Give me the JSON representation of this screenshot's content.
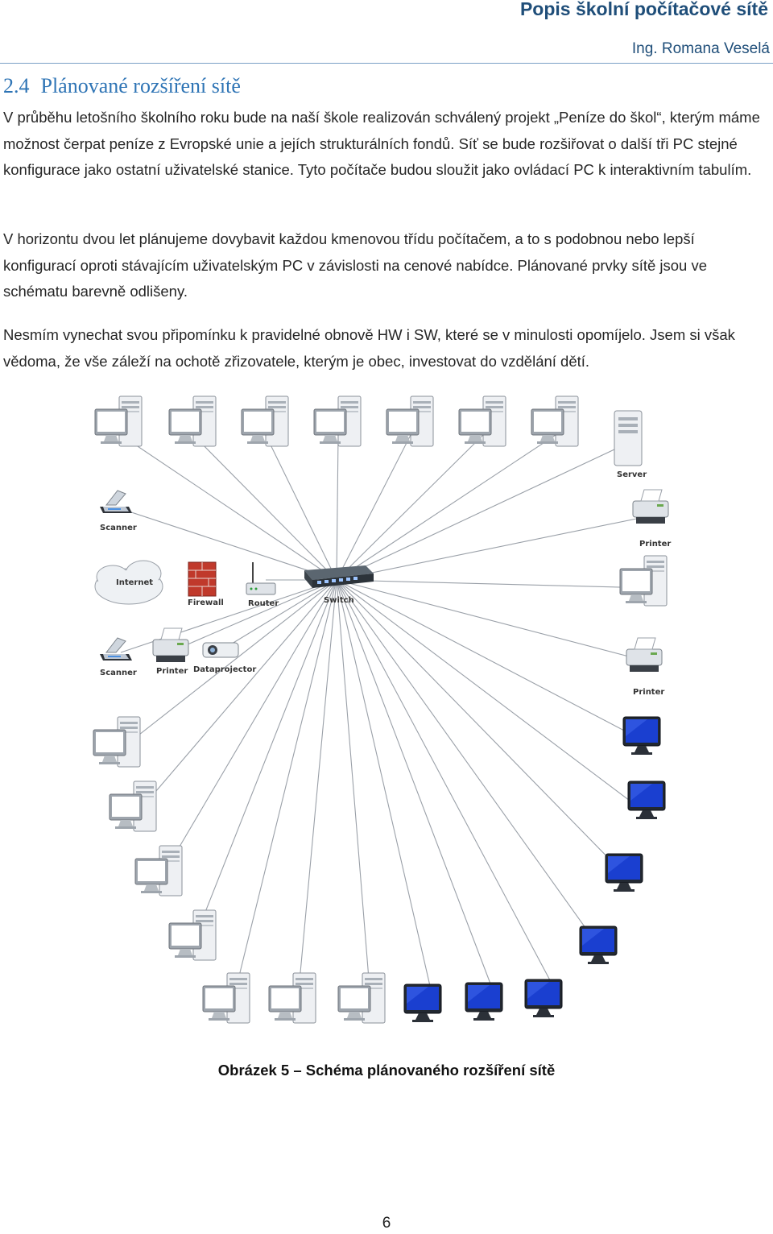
{
  "header": {
    "title": "Popis školní počítačové sítě",
    "author": "Ing. Romana Veselá"
  },
  "section": {
    "number": "2.4",
    "title": "Plánované rozšíření sítě"
  },
  "paragraphs": [
    "V průběhu letošního školního roku bude na naší škole realizován schválený projekt „Peníze do škol“, kterým máme možnost čerpat peníze z Evropské unie a jejích strukturálních fondů. Síť se bude rozšiřovat o další tři PC stejné konfigurace jako ostatní uživatelské stanice. Tyto počítače budou sloužit jako ovládací PC k interaktivním tabulím.",
    "V horizontu dvou let plánujeme dovybavit každou kmenovou třídu počítačem, a to s podobnou nebo lepší konfigurací oproti stávajícím uživatelským PC v závislosti na cenové nabídce. Plánované prvky sítě jsou ve schématu barevně odlišeny.",
    "Nesmím vynechat svou připomínku k pravidelné obnově HW i SW, které se v minulosti opomíjelo. Jsem si však vědoma, že vše záleží na ochotě zřizovatele, kterým je obec, investovat do vzdělání dětí."
  ],
  "diagram": {
    "labels": {
      "server": "Server",
      "scanner": "Scanner",
      "printer": "Printer",
      "internet": "Internet",
      "firewall": "Firewall",
      "router": "Router",
      "switch": "Switch",
      "dataprojector": "Dataprojector"
    },
    "colors": {
      "existing_screen": "#ffffff",
      "planned_screen": "#1a3fd0",
      "line": "#9aa0a8"
    }
  },
  "caption": "Obrázek 5 – Schéma plánovaného rozšíření sítě",
  "page_number": "6"
}
